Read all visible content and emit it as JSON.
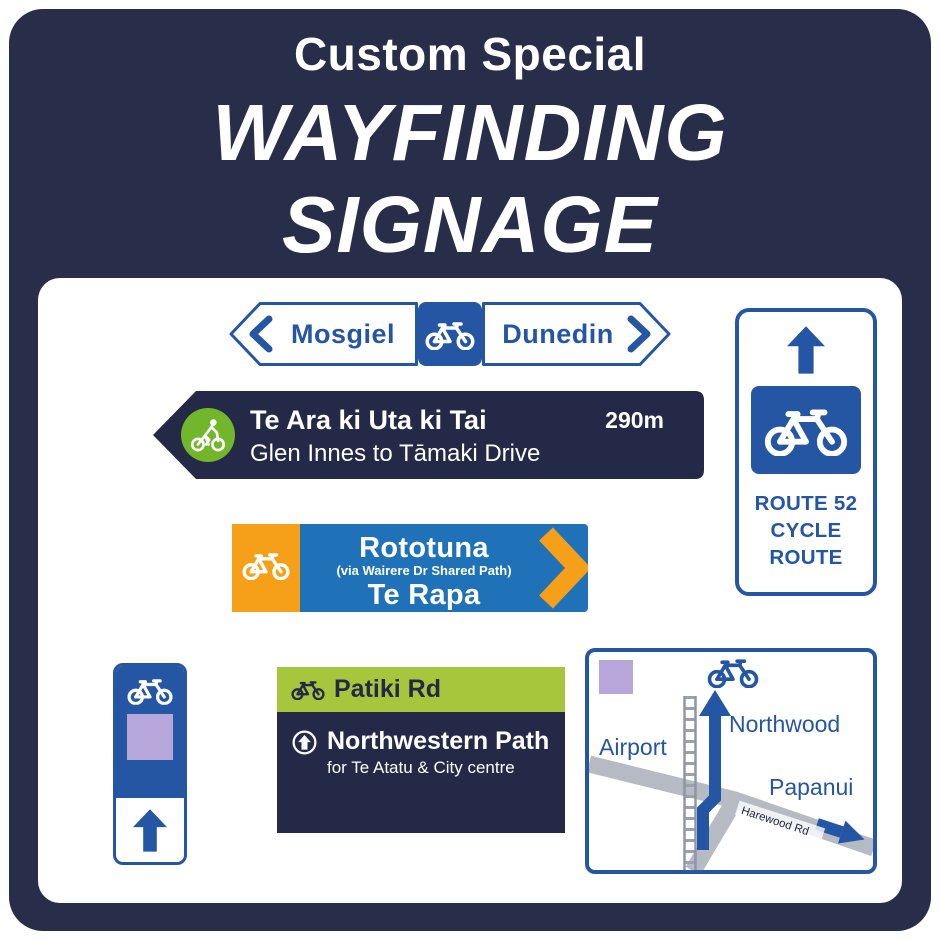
{
  "poster": {
    "title_small": "Custom Special",
    "title_line1": "WAYFINDING",
    "title_line2": "SIGNAGE"
  },
  "signs": {
    "direction_blade": {
      "left_destination": "Mosgiel",
      "right_destination": "Dunedin"
    },
    "path_distance": {
      "title": "Te Ara ki Uta ki Tai",
      "distance": "290m",
      "subtitle": "Glen Innes to Tāmaki Drive"
    },
    "rototuna_blade": {
      "destination1": "Rototuna",
      "via": "(via Wairere Dr Shared Path)",
      "destination2": "Te Rapa"
    },
    "route52_panel": {
      "line1": "ROUTE 52",
      "line2": "CYCLE",
      "line3": "ROUTE"
    },
    "patiki_panel": {
      "road_name": "Patiki Rd",
      "path_name": "Northwestern Path",
      "path_subtitle": "for Te Atatu & City centre"
    },
    "map_panel": {
      "label_airport": "Airport",
      "label_northwood": "Northwood",
      "label_papanui": "Papanui",
      "label_harewood": "Harewood Rd"
    }
  },
  "icons": {
    "bicycle_icon": "bicycle pictogram",
    "cyclist_icon": "person riding bicycle in green circle",
    "arrow_up_icon": "solid upward arrow",
    "chevron_left_icon": "left chevron in blade tip",
    "chevron_right_icon": "right chevron in blade tip",
    "circle_arrow_icon": "up arrow inside circle outline",
    "route_arrow_icon": "map route direction arrow"
  },
  "colors": {
    "navy": "#282E49",
    "sign_navy": "#232946",
    "blue": "#2456A4",
    "mid_blue": "#1F71B8",
    "green": "#72B62C",
    "lime_green": "#A6C73C",
    "orange": "#F6A01A",
    "lilac": "#B7A6D9",
    "road_gray": "#B6BAC3",
    "white": "#FFFFFF"
  }
}
